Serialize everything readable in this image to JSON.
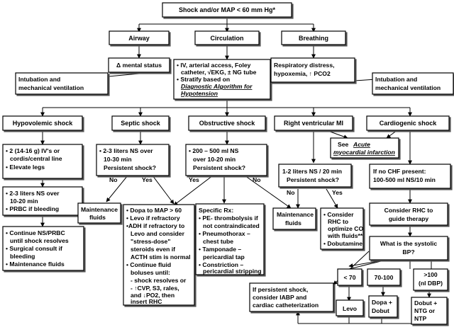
{
  "nodes": {
    "start": "Shock and/or MAP < 60 mm Hg*",
    "airway": "Airway",
    "circulation": "Circulation",
    "breathing": "Breathing",
    "mental": "Δ mental status",
    "intub_left": [
      "Intubation and",
      "mechanical ventilation"
    ],
    "circ_detail": [
      "• IV, arterial access, Foley",
      "catheter, √EKG, ± NG tube",
      "• Stratify based on"
    ],
    "circ_link": [
      "Diagnostic Algorithm for",
      "Hypotension"
    ],
    "resp": [
      "Respiratory distress,",
      "hypoxemia, ↑ PCO2"
    ],
    "intub_right": [
      "Intubation and",
      "mechanical ventilation"
    ],
    "hypovolemic": "Hypovolemic shock",
    "septic": "Septic shock",
    "obstructive": "Obstructive shock",
    "rv_mi": "Right ventricular MI",
    "cardiogenic": "Cardiogenic shock",
    "see_ami_prefix": "See",
    "see_ami_link": [
      "Acute",
      "myocardial infarction"
    ],
    "hypo_iv": [
      "• 2 (14-16 g) IV's or",
      "cordis/central line",
      "• Elevate legs"
    ],
    "hypo_ns": [
      "• 2-3 liters NS over",
      "10-20 min",
      "• PRBC if bleeding"
    ],
    "hypo_cont": [
      "• Continue NS/PRBC",
      "until shock resolves",
      "• Surgical consult if",
      "bleeding",
      "• Maintenance fluids"
    ],
    "septic_ns": [
      "• 2-3 liters NS over",
      "10-30 min",
      "Persistent shock?"
    ],
    "obs_ns": [
      "• 200 – 500 ml NS",
      "over 10-20 min",
      "Persistent shock?"
    ],
    "rv_ns": [
      "1-2 liters NS / 20 min",
      "Persistent shock?"
    ],
    "no_chf": [
      "If no CHF present:",
      "100-500 ml NS/10 min"
    ],
    "maint_left": [
      "Maintenance",
      "fluids"
    ],
    "dopa": [
      "• Dopa to MAP > 60",
      "• Levo if refractory",
      "•ADH if refractory to",
      "Levo and consider",
      "\"stress-dose\"",
      "steroids even if",
      "ACTH stim is normal",
      "• Continue fluid",
      "boluses until:",
      "  - shock resolves or",
      "  - ↑CVP, S3, rales,",
      "and ↓PO2, then",
      "insert RHC"
    ],
    "specific": [
      "Specific Rx:",
      "• PE- thrombolysis if",
      "not contraindicated",
      "• Pneumothorax –",
      "chest tube",
      "• Tamponade –",
      "pericardial tap",
      "• Constriction –",
      "pericardial stripping"
    ],
    "maint_right": [
      "Maintenance",
      "fluids"
    ],
    "consider_rhc_opt": [
      "• Consider",
      "RHC to",
      "optimize CO",
      "with fluids**",
      "• Dobutamine"
    ],
    "consider_rhc": [
      "Consider RHC to",
      "guide therapy"
    ],
    "systolic": [
      "What is the systolic",
      "BP?"
    ],
    "iabp": [
      "If persistent shock,",
      "consider IABP and",
      "cardiac catheterization"
    ],
    "lt70": "< 70",
    "b70_100": "70-100",
    "gt100": [
      ">100",
      "(nl DBP)"
    ],
    "levo": "Levo",
    "dopa_dobut": [
      "Dopa +",
      "Dobut"
    ],
    "dobut_ntg": [
      "Dobut +",
      "NTG or",
      "NTP"
    ]
  },
  "edge_labels": {
    "septic_no": "No",
    "septic_yes": "Yes",
    "obs_yes": "Yes",
    "obs_no": "No",
    "rv_no": "No",
    "rv_yes": "Yes"
  }
}
